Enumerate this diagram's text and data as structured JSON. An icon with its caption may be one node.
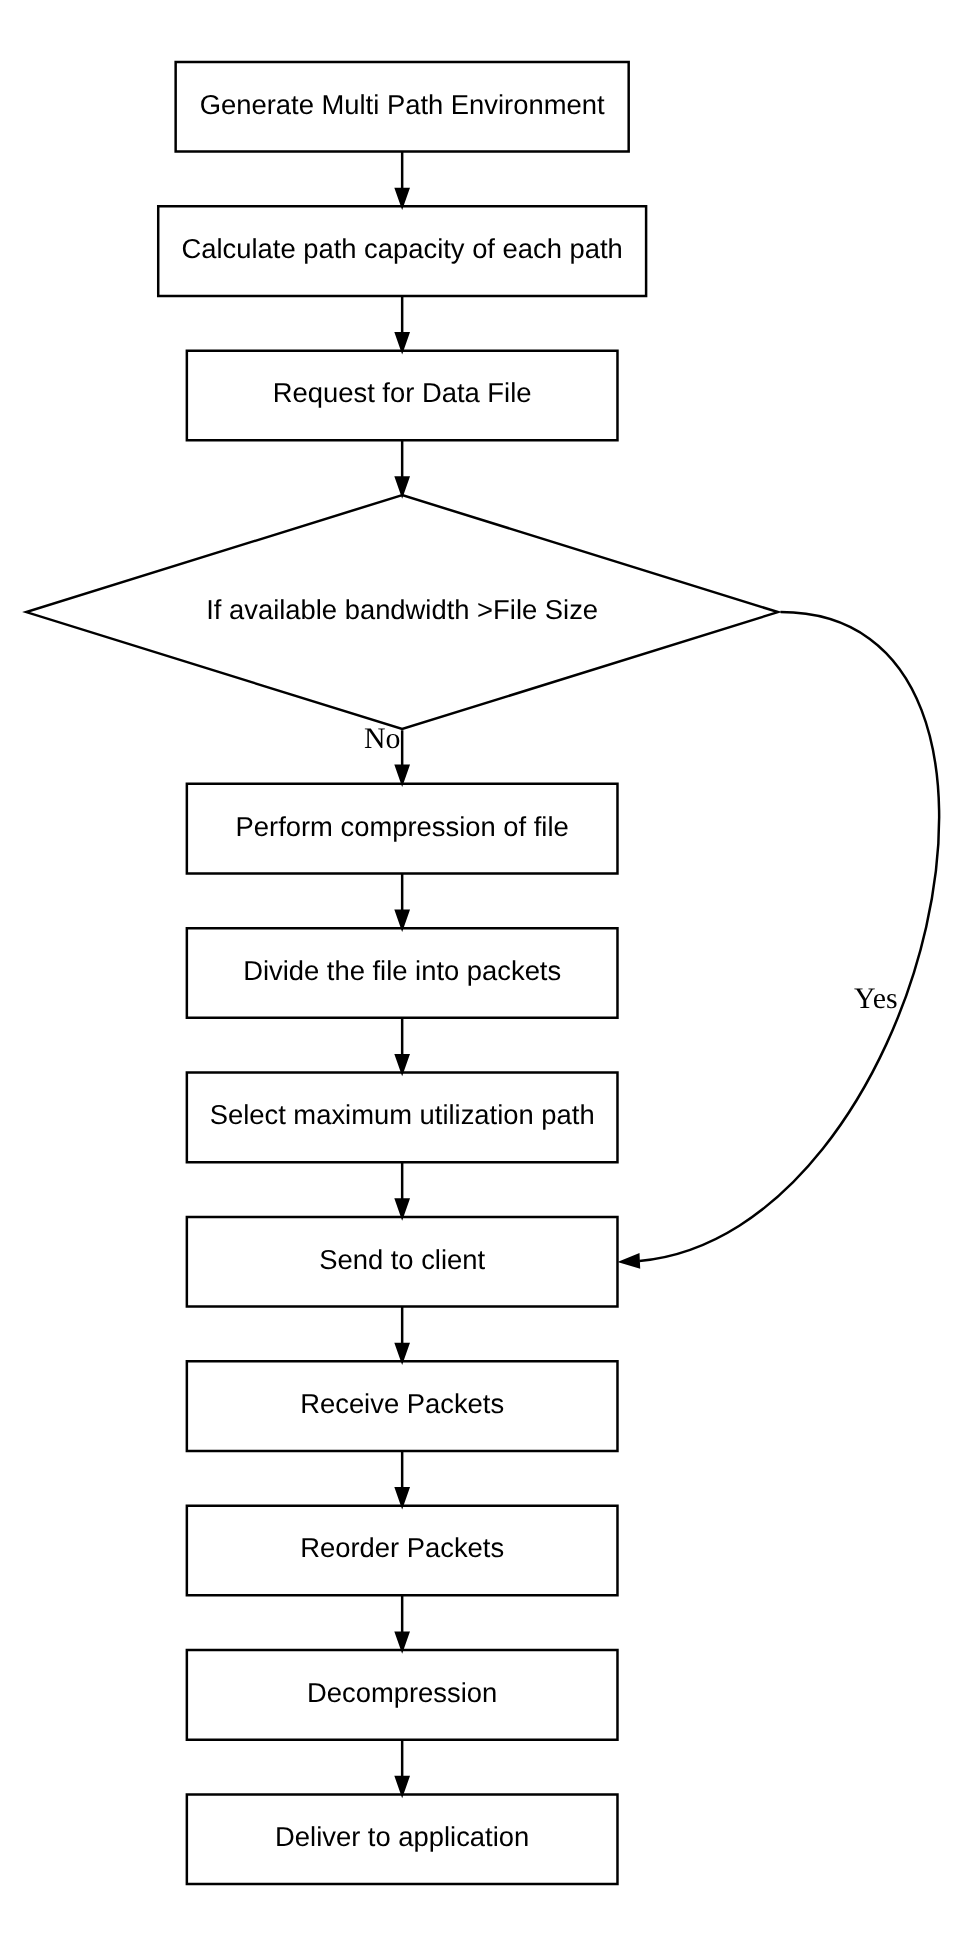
{
  "diagram": {
    "nodes": [
      {
        "text": [
          "Generate Multi Path Environment"
        ]
      },
      {
        "text": [
          "Calculate path capacity of each path"
        ]
      },
      {
        "text": [
          "Request for Data File"
        ]
      },
      {
        "text": [
          "If available bandwidth >File Size"
        ]
      },
      {
        "text": [
          "Perform compression of file"
        ]
      },
      {
        "text": [
          "Divide the file into packets"
        ]
      },
      {
        "text": [
          "Select maximum utilization path"
        ]
      },
      {
        "text": [
          "Send to client"
        ]
      },
      {
        "text": [
          "Receive Packets"
        ]
      },
      {
        "text": [
          "Reorder Packets"
        ]
      },
      {
        "text": [
          "Decompression"
        ]
      },
      {
        "text": [
          "Deliver to application"
        ]
      }
    ],
    "edges": [
      {
        "from": 0,
        "to": 1,
        "arrow": "to"
      },
      {
        "from": 1,
        "to": 2,
        "arrow": "to"
      },
      {
        "from": 2,
        "to": 3,
        "arrow": "to"
      },
      {
        "from": 3,
        "to": 4,
        "arrow": "to",
        "label": "No"
      },
      {
        "from": 4,
        "to": 5,
        "arrow": "to"
      },
      {
        "from": 5,
        "to": 6,
        "arrow": "to"
      },
      {
        "from": 6,
        "to": 7,
        "arrow": "to"
      },
      {
        "from": 3,
        "to": 7,
        "arrow": "to",
        "label": "Yes"
      },
      {
        "from": 7,
        "to": 8,
        "arrow": "to"
      },
      {
        "from": 8,
        "to": 9,
        "arrow": "to"
      },
      {
        "from": 9,
        "to": 10,
        "arrow": "to"
      },
      {
        "from": 10,
        "to": 11,
        "arrow": "to"
      }
    ]
  }
}
